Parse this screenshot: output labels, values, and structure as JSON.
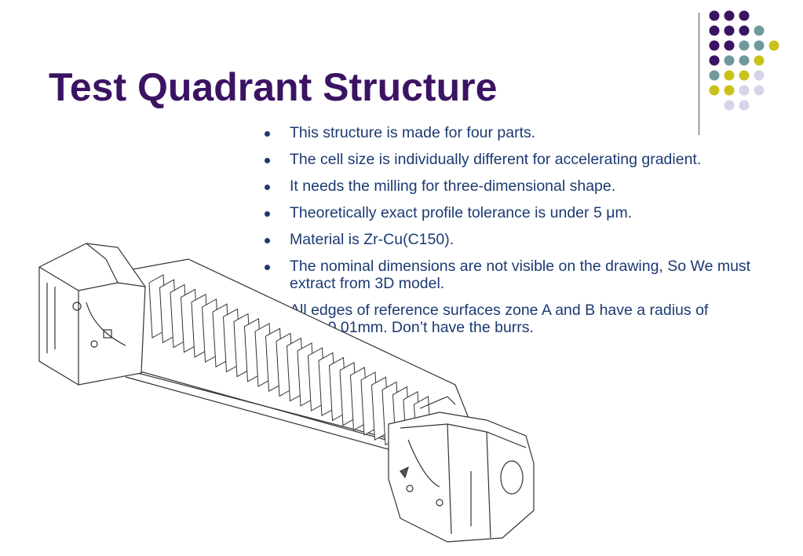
{
  "slide": {
    "title": "Test Quadrant Structure",
    "bullets": [
      "This structure is made for four parts.",
      "The cell size is individually different for accelerating gradient.",
      "It needs the milling for three-dimensional shape.",
      "Theoretically exact profile tolerance is under 5 μm.",
      "Material is Zr-Cu(C150).",
      "The nominal dimensions  are not visible on the drawing, So We must extract from 3D model.",
      "All edges of reference surfaces zone A and B have a radius of 0.05±0.01mm. Don’t have the burrs."
    ]
  },
  "theme": {
    "title_color": "#3b1363",
    "text_color": "#1c3a72",
    "dot_colors": {
      "purple": "#3b1363",
      "teal": "#6f9a9c",
      "olive": "#c9c21a",
      "lavender": "#d6d4ea"
    }
  },
  "decoration": {
    "dot_grid": [
      [
        "purple",
        "purple",
        "purple",
        null,
        null
      ],
      [
        "purple",
        "purple",
        "purple",
        "teal",
        null
      ],
      [
        "purple",
        "purple",
        "teal",
        "teal",
        "olive"
      ],
      [
        "purple",
        "teal",
        "teal",
        "olive",
        null
      ],
      [
        "teal",
        "olive",
        "olive",
        "lavender",
        null
      ],
      [
        "olive",
        "olive",
        "lavender",
        "lavender",
        null
      ],
      [
        null,
        "lavender",
        "lavender",
        null,
        null
      ]
    ]
  }
}
